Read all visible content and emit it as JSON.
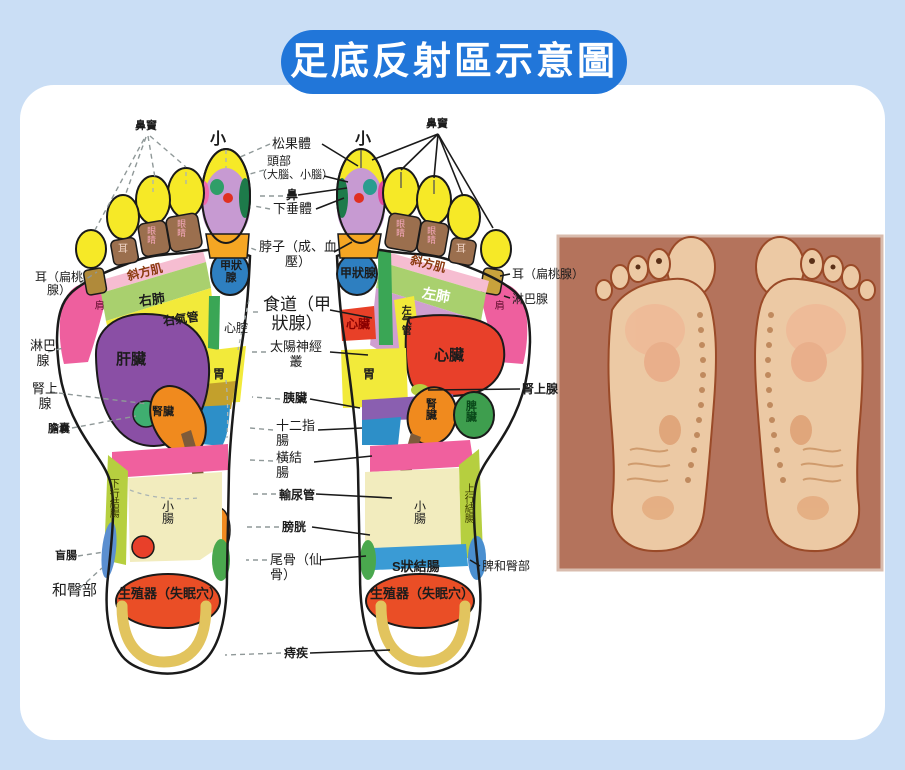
{
  "title": "足底反射區示意圖",
  "center_labels": {
    "pineal": "松果體",
    "head_l1": "頭部",
    "head_l2": "（大腦、小腦）",
    "nose": "鼻",
    "pituitary": "下垂體",
    "neck": "脖子（成、血壓）",
    "esophagus": "食道（甲狀腺）",
    "solar_plexus": "太陽神經叢",
    "pancreas": "胰臟",
    "duodenum": "十二指腸",
    "transverse_colon": "橫結腸",
    "ureter": "輸尿管",
    "bladder": "膀胱",
    "coccyx": "尾骨（仙骨）",
    "hemorrhoids": "痔疾"
  },
  "left_labels": {
    "ear_tonsil": "耳（扁桃腺）",
    "lymph": "淋巴腺",
    "adrenal": "腎上腺",
    "gallbladder": "膽囊",
    "cecum": "盲腸",
    "buttocks": "和臀部"
  },
  "right_labels": {
    "ear_tonsil": "耳（扁桃腺）",
    "lymph": "淋巴腺",
    "adrenal": "腎上腺",
    "spleen_buttocks": "脾和臀部"
  },
  "left_foot": {
    "sinus": "鼻竇",
    "small": "小",
    "eye_box": "眼睛",
    "ear_box": "耳",
    "trapezius": "斜方肌",
    "right_lung": "右肺",
    "right_trachea": "右氣管",
    "heart_cavity": "心腔",
    "thyroid": "甲狀腺",
    "shoulder": "肩",
    "liver": "肝臟",
    "kidney": "腎臟",
    "stomach": "胃",
    "small_intestine": "小腸",
    "descending_colon": "下行結腸",
    "genital": "生殖器（失眠穴）"
  },
  "right_foot": {
    "sinus": "鼻竇",
    "small": "小",
    "eye_box": "眼睛",
    "ear_box": "耳",
    "trapezius": "斜方肌",
    "left_lung": "左肺",
    "left_trachea": "左气管",
    "thyroid": "甲狀腺",
    "heart_small": "心臟",
    "heart": "心臟",
    "stomach": "胃",
    "kidney": "腎臟",
    "spleen": "脾臟",
    "small_intestine": "小腸",
    "ascending_colon": "上行結腸",
    "sigmoid": "S狀結腸",
    "genital": "生殖器（失眠穴）",
    "shoulder": "肩"
  }
}
